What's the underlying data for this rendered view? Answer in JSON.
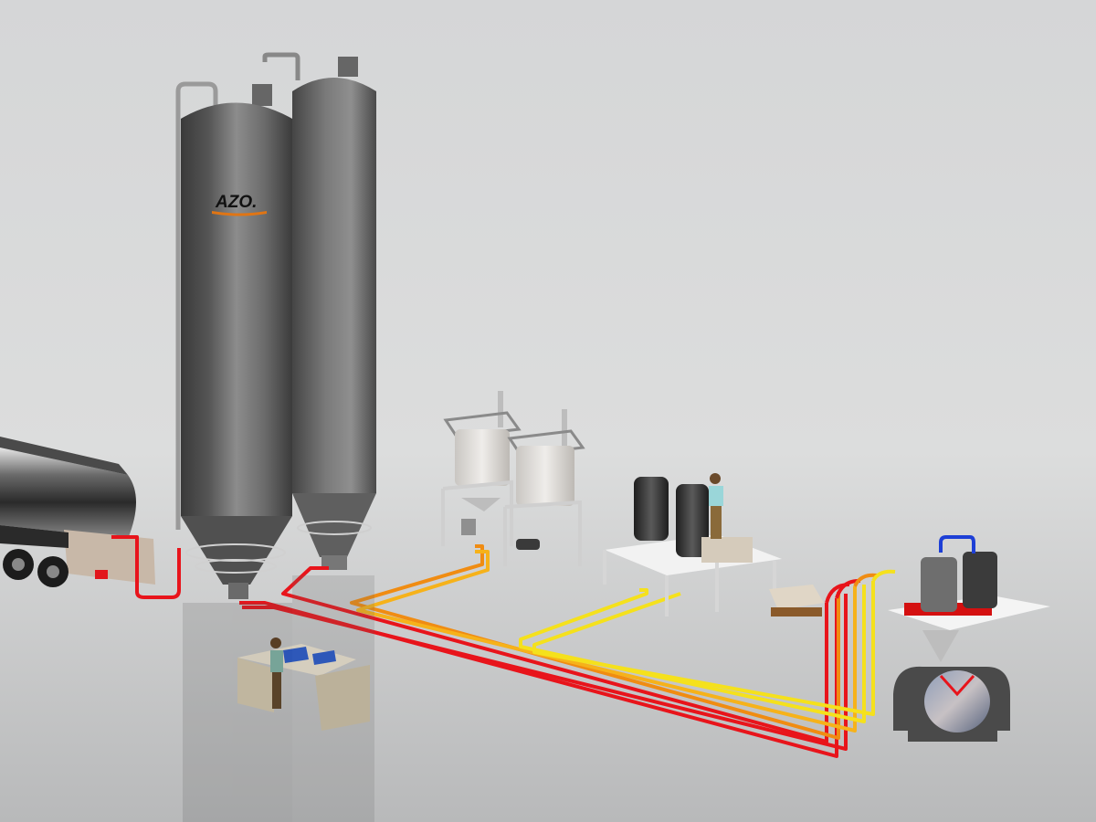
{
  "logo": {
    "text": "AZO."
  },
  "colors": {
    "background_top": "#d4d5d6",
    "background_bottom": "#b9babb",
    "silo_dark": "#3c3c3c",
    "silo_light": "#8a8a8a",
    "pipe_red": "#e8141b",
    "pipe_orange": "#f08c12",
    "pipe_yellow": "#f5e11c",
    "frame_red": "#d41010",
    "pipe_blue": "#1d3fd6"
  },
  "components": [
    {
      "name": "tanker-truck",
      "description_icon": "tanker-truck-icon"
    },
    {
      "name": "silo-1",
      "description_icon": "silo-icon"
    },
    {
      "name": "silo-2",
      "description_icon": "silo-icon"
    },
    {
      "name": "big-bag-station-1",
      "description_icon": "big-bag-icon"
    },
    {
      "name": "big-bag-station-2",
      "description_icon": "big-bag-icon"
    },
    {
      "name": "bag-dump-station",
      "description_icon": "vessel-icon"
    },
    {
      "name": "control-desk",
      "description_icon": "control-desk-icon"
    },
    {
      "name": "mixer",
      "description_icon": "mixer-icon"
    }
  ]
}
